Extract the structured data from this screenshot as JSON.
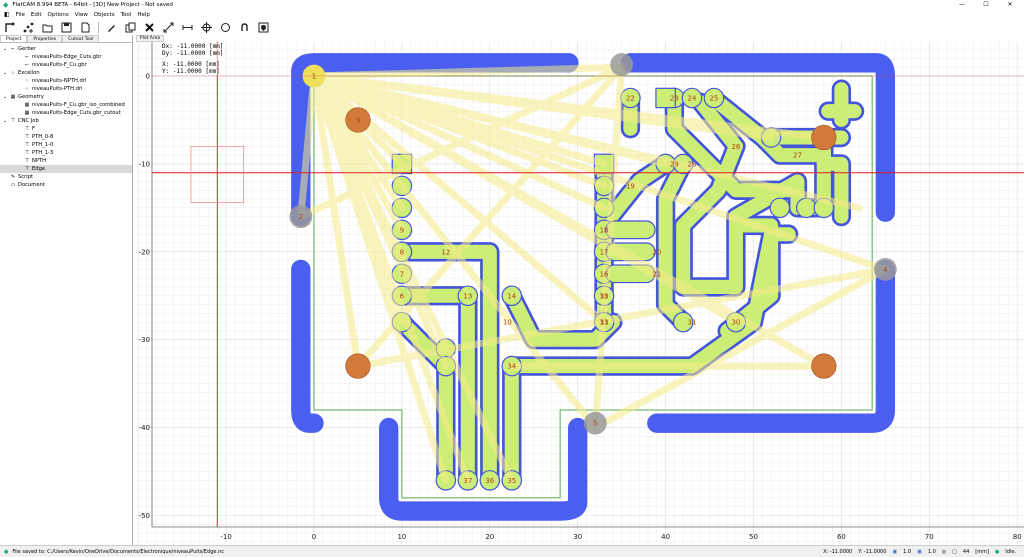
{
  "titlebar": {
    "title": "FlatCAM 8.994 BETA - 64bit - [3D]   New Project - Not saved",
    "minimize": "—",
    "maximize": "☐",
    "close": "✕"
  },
  "menu": [
    "File",
    "Edit",
    "Options",
    "View",
    "Objects",
    "Tool",
    "Help"
  ],
  "toolbar_icons": [
    "open-gerber-icon",
    "open-excellon-icon",
    "open-folder-icon",
    "save-icon",
    "new-doc-icon",
    "edit-icon",
    "copy-icon",
    "delete-icon",
    "distance-icon",
    "distance-min-icon",
    "set-origin-icon",
    "jump-to-icon",
    "locate-icon",
    "shell-icon"
  ],
  "left_tabs": [
    "Project",
    "Properties",
    "Cutout Tool"
  ],
  "plot_tab": "Plot Area",
  "tree": [
    {
      "label": "Gerber",
      "level": 0,
      "expand": "⌄",
      "icon": "⌐"
    },
    {
      "label": "niveauPuits-Edge_Cuts.gbr",
      "level": 1,
      "icon": "⌐"
    },
    {
      "label": "niveauPuits-F_Cu.gbr",
      "level": 1,
      "icon": "⌐"
    },
    {
      "label": "Excellon",
      "level": 0,
      "expand": "⌄",
      "icon": "⁘"
    },
    {
      "label": "niveauPuits-NPTH.drl",
      "level": 1,
      "icon": "⁘"
    },
    {
      "label": "niveauPuits-PTH.drl",
      "level": 1,
      "icon": "⁘"
    },
    {
      "label": "Geometry",
      "level": 0,
      "expand": "⌄",
      "icon": "▦"
    },
    {
      "label": "niveauPuits-F_Cu.gbr_iso_combined",
      "level": 1,
      "icon": "▦"
    },
    {
      "label": "niveauPuits-Edge_Cuts.gbr_cutout",
      "level": 1,
      "icon": "▦"
    },
    {
      "label": "CNC Job",
      "level": 0,
      "expand": "⌄",
      "icon": "⊤"
    },
    {
      "label": "F",
      "level": 1,
      "icon": "⊤"
    },
    {
      "label": "PTH_0-8",
      "level": 1,
      "icon": "⊤"
    },
    {
      "label": "PTH_1-0",
      "level": 1,
      "icon": "⊤"
    },
    {
      "label": "PTH_1-3",
      "level": 1,
      "icon": "⊤"
    },
    {
      "label": "NPTH",
      "level": 1,
      "icon": "⊤"
    },
    {
      "label": "Edge",
      "level": 1,
      "icon": "⊤",
      "selected": true
    },
    {
      "label": "Script",
      "level": 0,
      "icon": "✎"
    },
    {
      "label": "Document",
      "level": 0,
      "icon": "▭"
    }
  ],
  "readout": {
    "dx": "Dx:   -11.0000 [mm]",
    "dy": "Dy:   -11.0000 [mm]",
    "x": "X:    -11.0000 [mm]",
    "y": "Y:    -11.0000 [mm]"
  },
  "plot": {
    "x_ticks": [
      "-10",
      "0",
      "10",
      "20",
      "30",
      "40",
      "50",
      "60",
      "70",
      "80"
    ],
    "y_ticks": [
      "0",
      "-10",
      "-20",
      "-30",
      "-40",
      "-50"
    ],
    "edge_color": "#4a5ef0",
    "copper_color": "#ccee77",
    "travel_color": "#f5ec88",
    "large_hole_color": "#d27a3a",
    "gray_hole_color": "#999999",
    "labels": [
      "1",
      "2",
      "3",
      "4",
      "5",
      "6",
      "7",
      "8",
      "9",
      "10",
      "11",
      "12",
      "13",
      "14",
      "15",
      "16",
      "17",
      "18",
      "19",
      "20",
      "21",
      "22",
      "23",
      "24",
      "25",
      "26",
      "27",
      "28",
      "29",
      "30",
      "31",
      "32",
      "33",
      "34",
      "35",
      "36",
      "37"
    ]
  },
  "status": {
    "saved": "File saved to: C:/Users/Kevin/OneDrive/Documents/Electronique/niveauPuits/Edge.nc",
    "x": "X: -11.0000",
    "y": "Y: -11.0000",
    "dx_lbl": "1.0",
    "dy_lbl": "1.0",
    "grid": "44",
    "units": "[mm]",
    "state": "Idle."
  }
}
